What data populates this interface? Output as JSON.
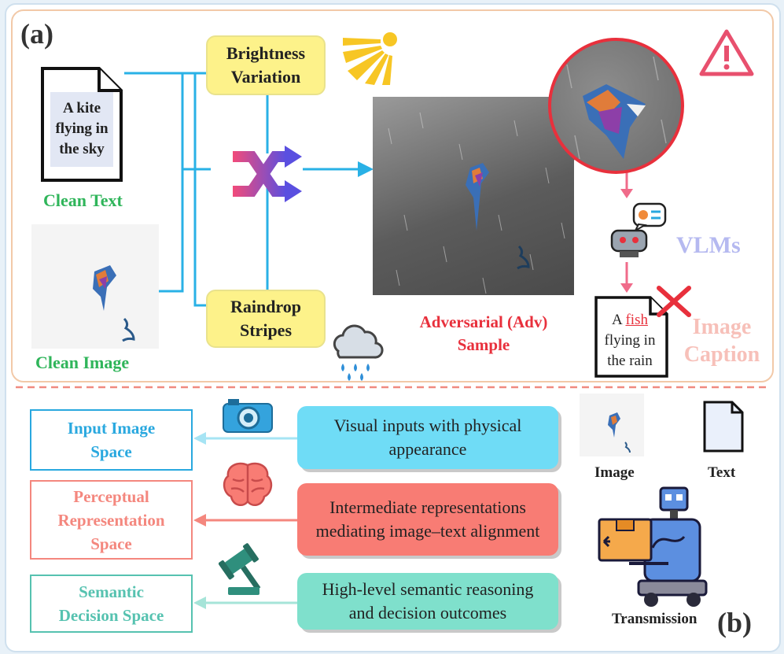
{
  "panel_a": {
    "label": "(a)",
    "doc_text": [
      "A kite",
      "flying in",
      "the sky"
    ],
    "clean_text_label": "Clean Text",
    "clean_image_label": "Clean Image",
    "brightness": [
      "Brightness",
      "Variation"
    ],
    "raindrop": [
      "Raindrop",
      "Stripes"
    ],
    "adv_label": [
      "Adversarial (Adv)",
      "Sample"
    ],
    "vlms_label": "VLMs",
    "caption_prefix": "A ",
    "caption_word": "fish",
    "caption_rest": [
      "flying in",
      "the rain"
    ],
    "image_caption_label": [
      "Image",
      "Caption"
    ]
  },
  "panel_b": {
    "label": "(b)",
    "spaces": [
      {
        "name": [
          "Input Image",
          "Space"
        ],
        "desc": [
          "Visual inputs with physical",
          "appearance"
        ],
        "color": "#29a8df",
        "fill": "#6fdcf6",
        "icon": "camera-icon"
      },
      {
        "name": [
          "Perceptual",
          "Representation",
          "Space"
        ],
        "desc": [
          "Intermediate representations",
          "mediating image–text alignment"
        ],
        "color": "#f4877e",
        "fill": "#f87c74",
        "icon": "brain-icon"
      },
      {
        "name": [
          "Semantic",
          "Decision Space"
        ],
        "desc": [
          "High-level semantic reasoning",
          "and decision outcomes"
        ],
        "color": "#56c2b0",
        "fill": "#7fe0cc",
        "icon": "gavel-icon"
      }
    ],
    "image_label": "Image",
    "text_label": "Text",
    "transmission_label": "Transmission"
  },
  "colors": {
    "connector": "#29b1e6",
    "divider": "#f08a80"
  }
}
